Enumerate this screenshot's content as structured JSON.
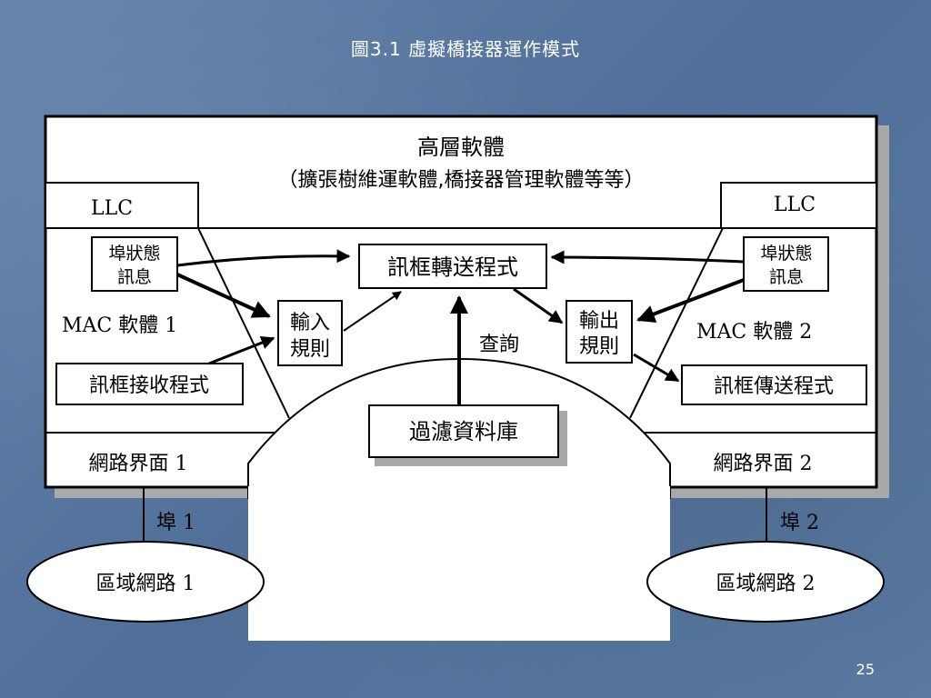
{
  "slide": {
    "title": "圖3.1 虛擬橋接器運作模式",
    "page_number": "25"
  },
  "diagram": {
    "top_title": "高層軟體",
    "top_subtitle": "（擴張樹維運軟體,橋接器管理軟體等等）",
    "llc_left": "LLC",
    "llc_right": "LLC",
    "port_status_left_line1": "埠狀態",
    "port_status_left_line2": "訊息",
    "port_status_right_line1": "埠狀態",
    "port_status_right_line2": "訊息",
    "frame_forwarding": "訊框轉送程式",
    "input_rules_line1": "輸入",
    "input_rules_line2": "規則",
    "output_rules_line1": "輸出",
    "output_rules_line2": "規則",
    "mac_left": "MAC 軟體 1",
    "mac_right": "MAC 軟體 2",
    "query": "查詢",
    "frame_receive": "訊框接收程式",
    "frame_transmit": "訊框傳送程式",
    "filter_db": "過濾資料庫",
    "net_if_left": "網路界面 1",
    "net_if_right": "網路界面 2",
    "port_left": "埠 1",
    "port_right": "埠 2",
    "lan_left": "區域網路 1",
    "lan_right": "區域網路 2"
  },
  "colors": {
    "background": "#5a7ba3",
    "box_fill": "#ffffff",
    "stroke": "#000000",
    "shadow": "#a9a9a9"
  }
}
